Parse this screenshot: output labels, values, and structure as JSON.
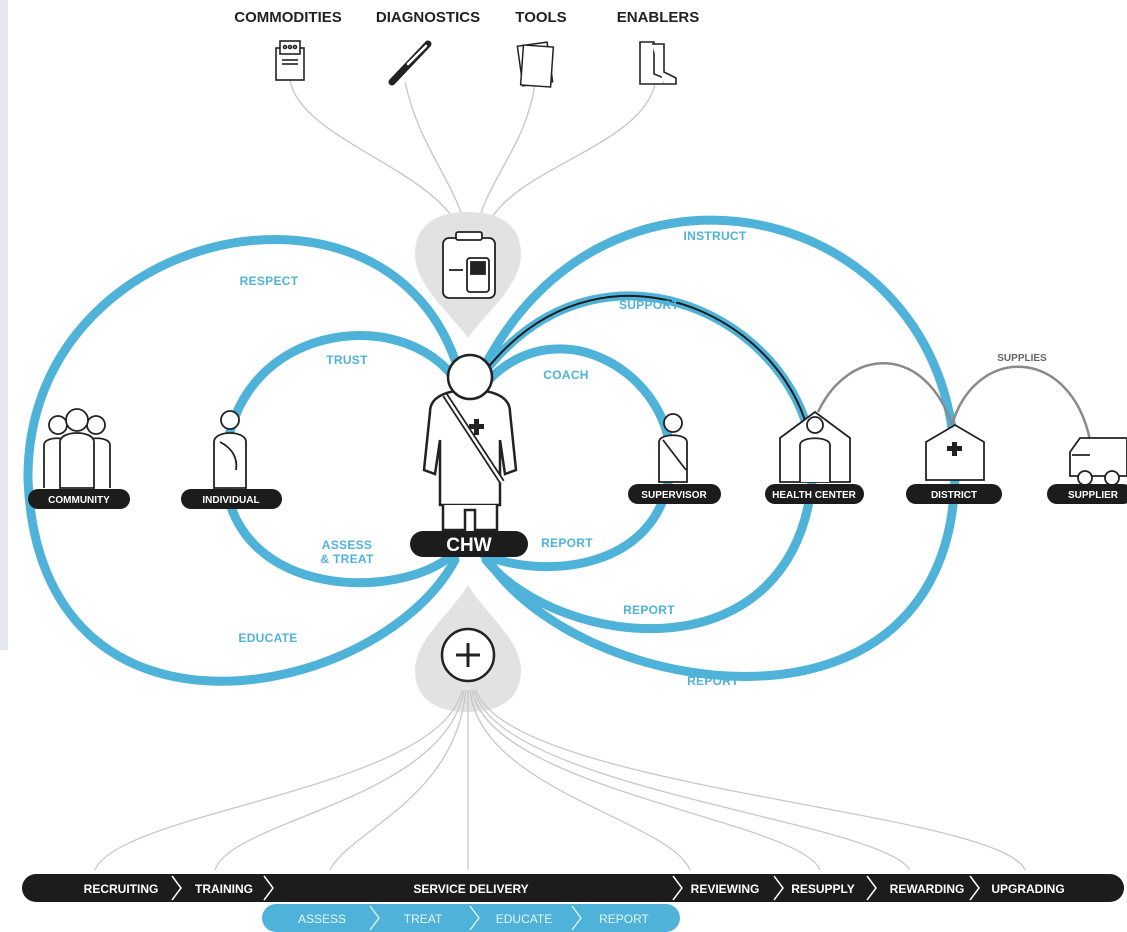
{
  "resources": [
    {
      "label": "COMMODITIES",
      "icon": "medicine-box-icon"
    },
    {
      "label": "DIAGNOSTICS",
      "icon": "test-stick-icon"
    },
    {
      "label": "TOOLS",
      "icon": "paper-stack-icon"
    },
    {
      "label": "ENABLERS",
      "icon": "boots-icon"
    }
  ],
  "center": {
    "label": "CHW",
    "icon": "chw-person-icon",
    "bag_icon": "kit-bag-icon",
    "plus_icon": "plus-circle-icon"
  },
  "nodes": {
    "community": "COMMUNITY",
    "individual": "INDIVIDUAL",
    "supervisor": "SUPERVISOR",
    "health_center": "HEALTH CENTER",
    "district": "DISTRICT",
    "supplier": "SUPPLIER"
  },
  "relations": {
    "respect": "RESPECT",
    "trust": "TRUST",
    "assess_treat_line1": "ASSESS",
    "assess_treat_line2": "& TREAT",
    "educate": "EDUCATE",
    "instruct": "INSTRUCT",
    "support": "SUPPORT",
    "coach": "COACH",
    "report_supervisor": "REPORT",
    "report_health_center": "REPORT",
    "report_district": "REPORT",
    "supplies": "SUPPLIES"
  },
  "colors": {
    "accent": "#4fb3d9",
    "dark": "#1c1c1c",
    "gray": "#8a8a8a",
    "halo": "#e2e2e2"
  },
  "process": {
    "stages": [
      "RECRUITING",
      "TRAINING",
      "SERVICE DELIVERY",
      "REVIEWING",
      "RESUPPLY",
      "REWARDING",
      "UPGRADING"
    ],
    "service_delivery_steps": [
      "ASSESS",
      "TREAT",
      "EDUCATE",
      "REPORT"
    ]
  }
}
